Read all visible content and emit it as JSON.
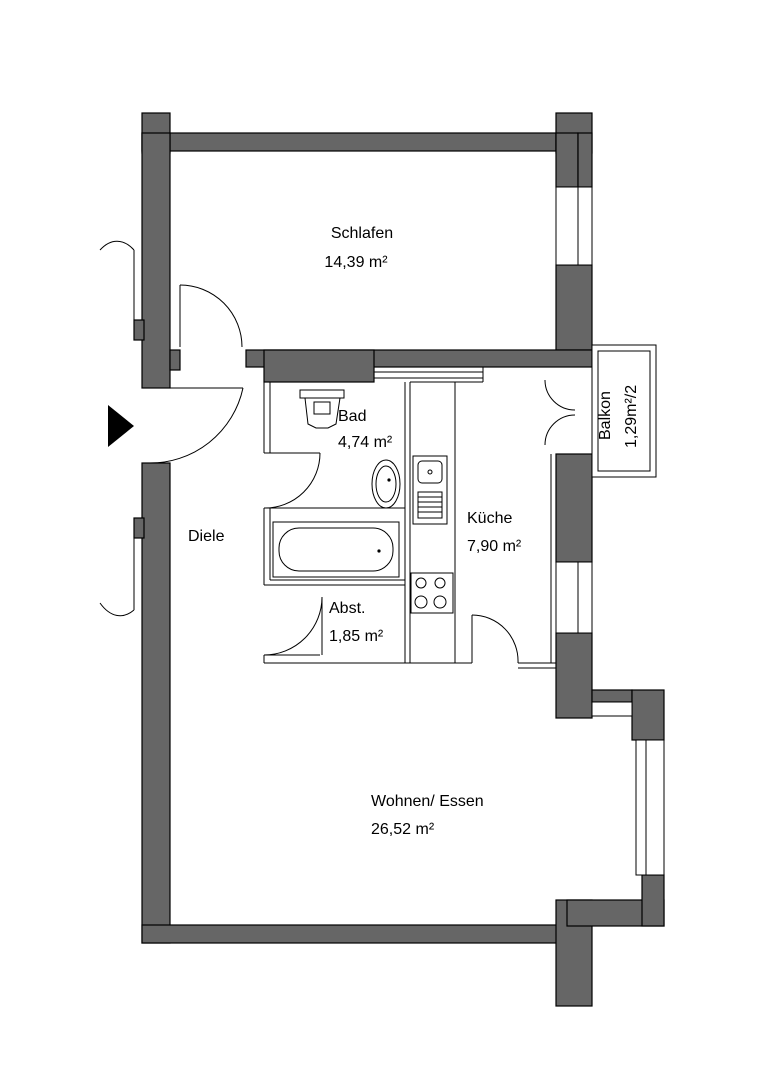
{
  "colors": {
    "wall": "#666666",
    "line": "#000000",
    "background": "#ffffff"
  },
  "rooms": {
    "schlafen": {
      "name": "Schlafen",
      "area": "14,39 m²"
    },
    "bad": {
      "name": "Bad",
      "area": "4,74 m²"
    },
    "diele": {
      "name": "Diele"
    },
    "kueche": {
      "name": "Küche",
      "area": "7,90 m²"
    },
    "abst": {
      "name": "Abst.",
      "area": "1,85 m²"
    },
    "wohnen": {
      "name": "Wohnen/ Essen",
      "area": "26,52 m²"
    },
    "balkon": {
      "name": "Balkon",
      "area": "1,29m²/2"
    }
  },
  "icons": {
    "entrance": "entrance-arrow-icon"
  }
}
